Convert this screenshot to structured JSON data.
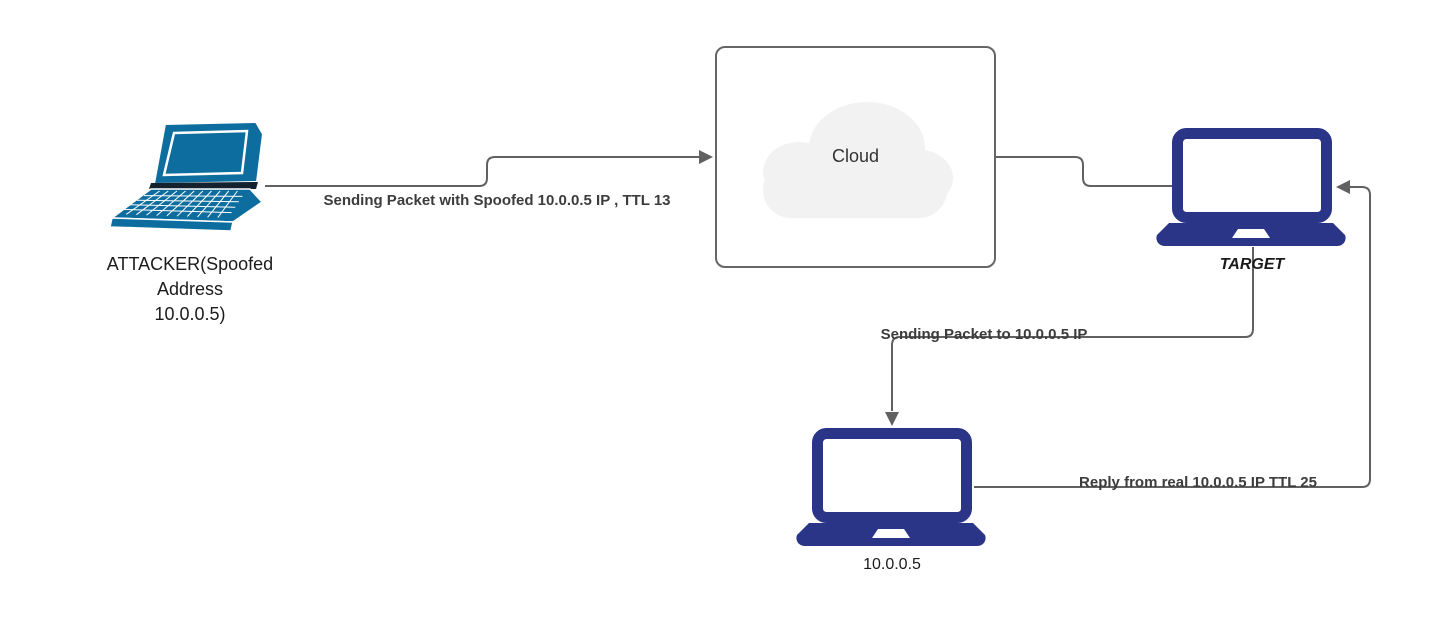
{
  "diagram": {
    "nodes": {
      "attacker": {
        "label": "ATTACKER(Spoofed\nAddress\n10.0.0.5)"
      },
      "cloud": {
        "label": "Cloud"
      },
      "target": {
        "label": "TARGET"
      },
      "real_host": {
        "label": "10.0.0.5"
      }
    },
    "edges": {
      "attacker_to_cloud": {
        "label": "Sending Packet with Spoofed 10.0.0.5 IP , TTL 13"
      },
      "target_to_real_host": {
        "label": "Sending Packet to 10.0.0.5 IP"
      },
      "real_host_to_target": {
        "label": "Reply from real 10.0.0.5 IP TTL 25"
      }
    },
    "colors": {
      "connector": "#616161",
      "edge_label_text": "#3c3c3c",
      "node_label_text": "#1b1b1b",
      "cloud_border": "#666666",
      "cloud_fill": "#f2f2f2",
      "attacker_laptop_blue": "#0e6d9f",
      "laptop_navy": "#2b3587",
      "background": "#ffffff"
    }
  }
}
